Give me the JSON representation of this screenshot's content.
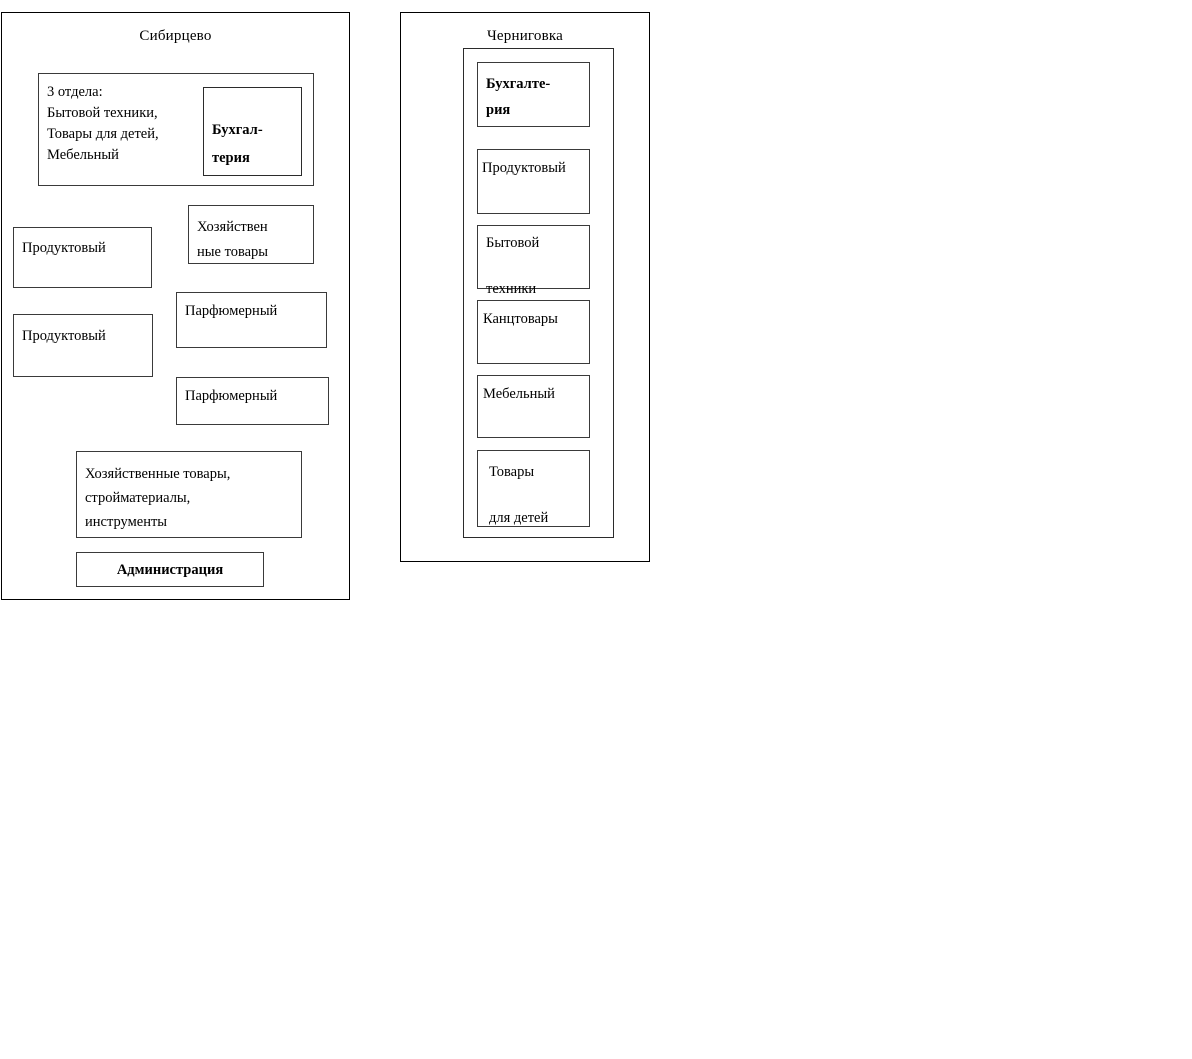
{
  "diagram": {
    "title_left": "Сибирцево",
    "title_right": "Черниговка",
    "panels": [
      {
        "name": "sibirtsevo",
        "title": "Сибирцево",
        "nodes": [
          {
            "id": "three-departments",
            "label": "3 отдела:\nБытовой техники,\nТовары для детей,\nМебельный"
          },
          {
            "id": "accounting-sibirtsevo",
            "label": "Бухгал-\nтерия"
          },
          {
            "id": "household-goods-small",
            "label": "Хозяйствен\nные товары"
          },
          {
            "id": "grocery-1",
            "label": "Продуктовый"
          },
          {
            "id": "perfume-1",
            "label": "Парфюмерный"
          },
          {
            "id": "grocery-2",
            "label": "Продуктовый"
          },
          {
            "id": "perfume-2",
            "label": "Парфюмерный"
          },
          {
            "id": "household-materials-tools",
            "label": "Хозяйственные   товары,\nстройматериалы,\nинструменты"
          },
          {
            "id": "administration",
            "label": "Администрация"
          }
        ]
      },
      {
        "name": "chernigovka",
        "title": "Черниговка",
        "nodes": [
          {
            "id": "accounting-chernigovka",
            "label": "Бухгалте-\nрия"
          },
          {
            "id": "grocery",
            "label": "Продуктовый"
          },
          {
            "id": "appliances",
            "label": "Бытовой\n\nтехники"
          },
          {
            "id": "stationery",
            "label": "Канцтовары"
          },
          {
            "id": "furniture",
            "label": "Мебельный"
          },
          {
            "id": "kids-goods",
            "label": "Товары\n\nдля детей"
          }
        ]
      }
    ]
  }
}
